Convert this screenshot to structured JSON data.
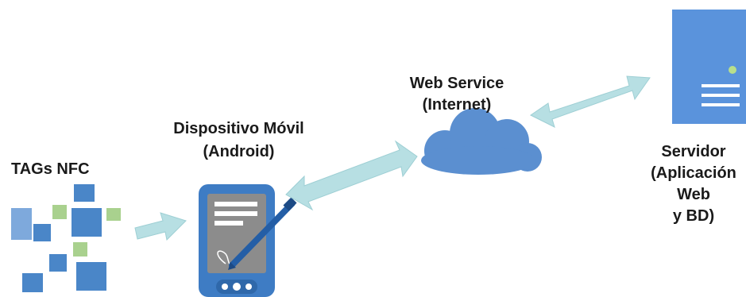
{
  "labels": {
    "tags": "TAGs NFC",
    "device_line1": "Dispositivo Móvil",
    "device_line2": "(Android)",
    "webservice_line1": "Web Service",
    "webservice_line2": "(Internet)",
    "server_line1": "Servidor",
    "server_line2": "(Aplicación",
    "server_line3": "Web",
    "server_line4": "y BD)"
  },
  "colors": {
    "blue": "#4a86c8",
    "blue_light": "#7ea9dc",
    "green": "#a9d18e",
    "arrow": "#b7dfe3",
    "arrow_edge": "#9ecfd4",
    "phone_body": "#3e7cc4",
    "phone_screen": "#8c8c8c",
    "cloud": "#5b8fd0",
    "server": "#5a93dc",
    "led": "#b8df8c"
  },
  "icons": [
    "nfc-tags-icon",
    "mobile-device-icon",
    "stylus-icon",
    "cloud-icon",
    "server-icon"
  ]
}
